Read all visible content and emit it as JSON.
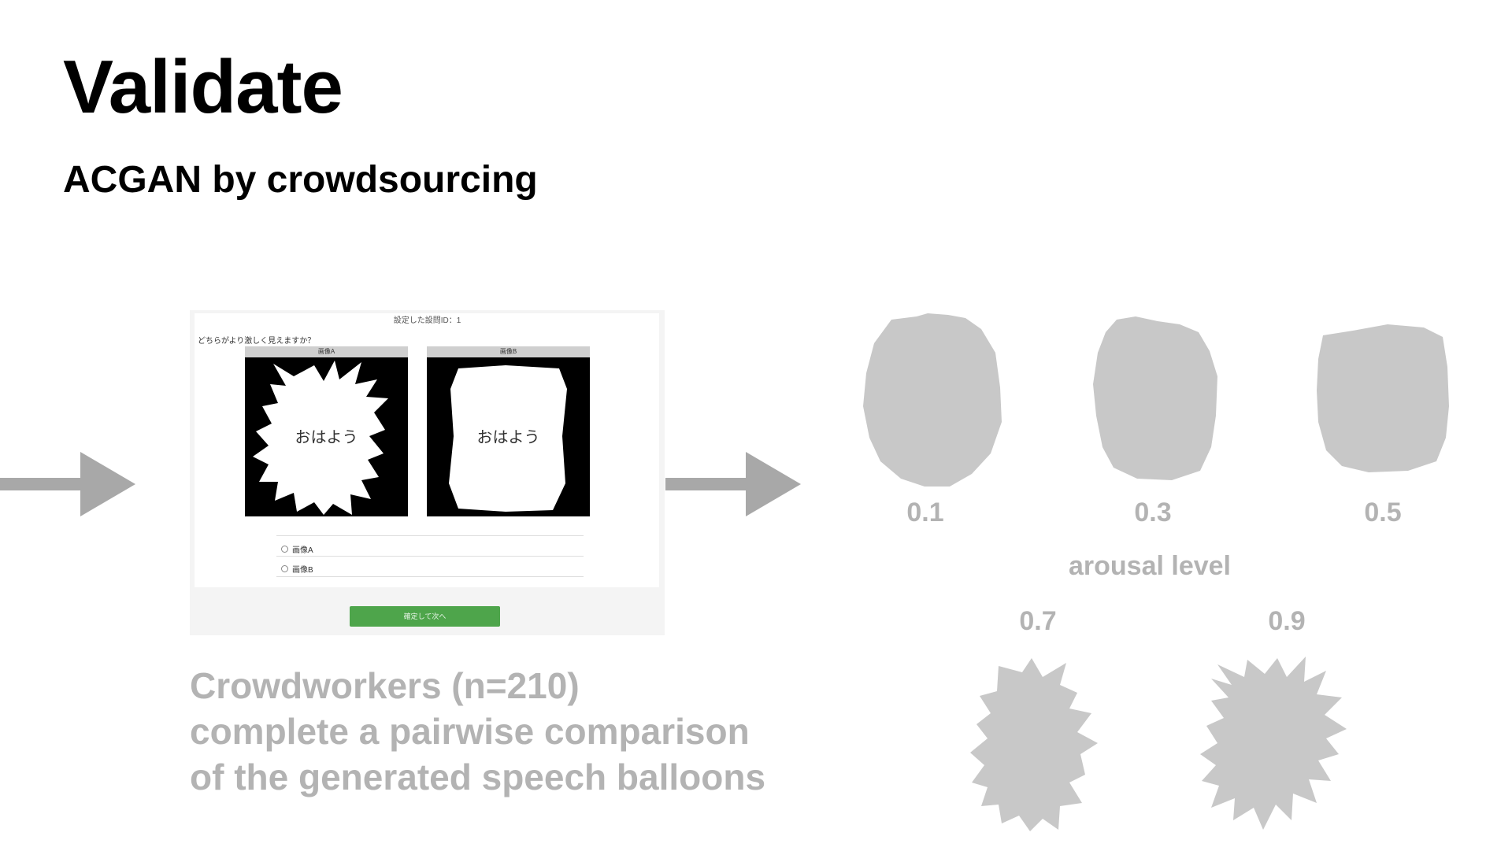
{
  "slide": {
    "title": "Validate",
    "subtitle": "ACGAN by crowdsourcing"
  },
  "survey": {
    "set_id": "設定した設問ID：1",
    "question": "どちらがより激しく見えますか？",
    "image_a_header": "画像A",
    "image_b_header": "画像B",
    "balloon_text_a": "おはよう",
    "balloon_text_b": "おはよう",
    "option_a": "画像A",
    "option_b": "画像B",
    "submit_label": "確定して次へ",
    "submit_color": "#4ea54b"
  },
  "caption": {
    "line1": "Crowdworkers (n=210)",
    "line2": "complete a pairwise comparison",
    "line3": "of the generated speech balloons"
  },
  "arousal": {
    "label": "arousal level",
    "balloon_color": "#c8c8c8",
    "levels": [
      "0.1",
      "0.3",
      "0.5",
      "0.7",
      "0.9"
    ]
  },
  "colors": {
    "arrow": "#a8a8a8",
    "caption_text": "#b3b3b3"
  }
}
